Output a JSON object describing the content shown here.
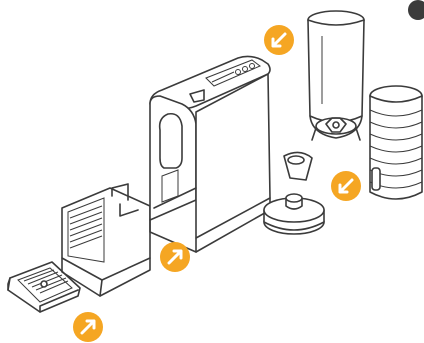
{
  "colors": {
    "accent": "#F5A623",
    "line": "#3b3b3b",
    "corner_dot": "#3b3b3b",
    "background": "#ffffff"
  },
  "diagram": {
    "components": [
      {
        "name": "drip-tray-grid",
        "icon": "drip-grid"
      },
      {
        "name": "capsule-container",
        "icon": "capsule-bin"
      },
      {
        "name": "coffee-machine-body",
        "icon": "espresso-machine"
      },
      {
        "name": "water-tank",
        "icon": "water-tank"
      },
      {
        "name": "milk-frother-base",
        "icon": "frother-base"
      },
      {
        "name": "milk-frother-jug",
        "icon": "frother-jug"
      }
    ],
    "arrows": [
      {
        "name": "arrow-to-water-tank",
        "direction": "down-left"
      },
      {
        "name": "arrow-to-frother-base",
        "direction": "down-left"
      },
      {
        "name": "arrow-to-capsule-container",
        "direction": "up-right"
      },
      {
        "name": "arrow-to-drip-tray",
        "direction": "up-right"
      }
    ]
  }
}
